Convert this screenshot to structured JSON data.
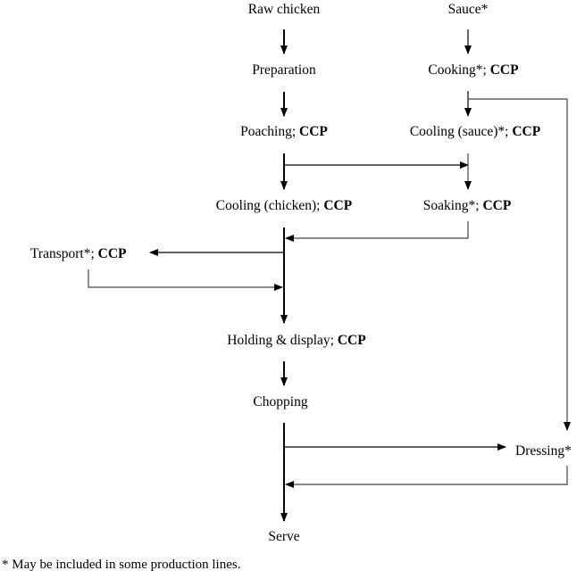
{
  "diagram": {
    "title": "Poached chicken production flow",
    "nodes": {
      "raw_chicken": {
        "label": "Raw chicken",
        "ccp": ""
      },
      "sauce": {
        "label": "Sauce*",
        "ccp": ""
      },
      "preparation": {
        "label": "Preparation",
        "ccp": ""
      },
      "cooking": {
        "label": "Cooking*; ",
        "ccp": "CCP"
      },
      "poaching": {
        "label": "Poaching; ",
        "ccp": "CCP"
      },
      "cooling_sauce": {
        "label": "Cooling (sauce)*; ",
        "ccp": "CCP"
      },
      "cooling_chicken": {
        "label": "Cooling (chicken); ",
        "ccp": "CCP"
      },
      "soaking": {
        "label": "Soaking*; ",
        "ccp": "CCP"
      },
      "transport": {
        "label": "Transport*; ",
        "ccp": "CCP"
      },
      "holding_display": {
        "label": "Holding & display; ",
        "ccp": "CCP"
      },
      "chopping": {
        "label": "Chopping",
        "ccp": ""
      },
      "dressing": {
        "label": "Dressing*",
        "ccp": ""
      },
      "serve": {
        "label": "Serve",
        "ccp": ""
      }
    },
    "edges": [
      [
        "raw_chicken",
        "preparation"
      ],
      [
        "preparation",
        "poaching"
      ],
      [
        "poaching",
        "cooling_chicken"
      ],
      [
        "poaching",
        "soaking"
      ],
      [
        "sauce",
        "cooking"
      ],
      [
        "cooking",
        "cooling_sauce"
      ],
      [
        "cooking",
        "dressing"
      ],
      [
        "cooling_sauce",
        "soaking"
      ],
      [
        "cooling_chicken",
        "holding_display"
      ],
      [
        "soaking",
        "holding_display"
      ],
      [
        "cooling_chicken",
        "transport"
      ],
      [
        "transport",
        "holding_display"
      ],
      [
        "holding_display",
        "chopping"
      ],
      [
        "chopping",
        "dressing"
      ],
      [
        "chopping",
        "serve"
      ],
      [
        "dressing",
        "serve"
      ]
    ],
    "footnote": "* May be included in some production lines."
  }
}
